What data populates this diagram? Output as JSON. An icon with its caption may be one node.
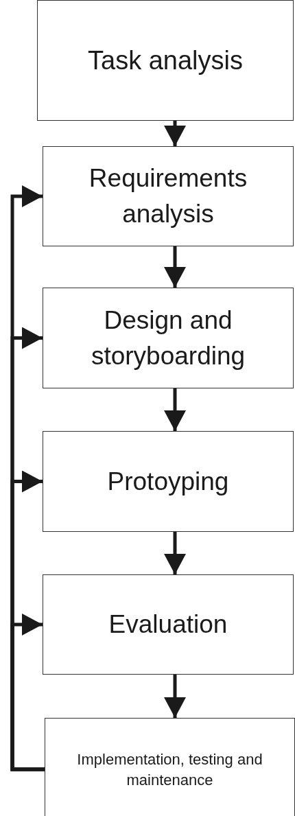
{
  "diagram": {
    "nodes": [
      {
        "text": [
          "Task analysis"
        ]
      },
      {
        "text": [
          "Requirements analysis"
        ]
      },
      {
        "text": [
          "Design and storyboarding"
        ]
      },
      {
        "text": [
          "Protoyping"
        ]
      },
      {
        "text": [
          "Evaluation"
        ]
      },
      {
        "text": [
          "Implementation, testing and maintenance"
        ]
      }
    ],
    "edges": [
      {
        "from": 0,
        "to": 1,
        "arrow": "to"
      },
      {
        "from": 1,
        "to": 2,
        "arrow": "to"
      },
      {
        "from": 2,
        "to": 3,
        "arrow": "to"
      },
      {
        "from": 3,
        "to": 4,
        "arrow": "to"
      },
      {
        "from": 4,
        "to": 5,
        "arrow": "to"
      },
      {
        "from": 5,
        "to": 1,
        "arrow": "to"
      },
      {
        "from": 5,
        "to": 2,
        "arrow": "to"
      },
      {
        "from": 5,
        "to": 3,
        "arrow": "to"
      },
      {
        "from": 5,
        "to": 4,
        "arrow": "to"
      }
    ]
  }
}
